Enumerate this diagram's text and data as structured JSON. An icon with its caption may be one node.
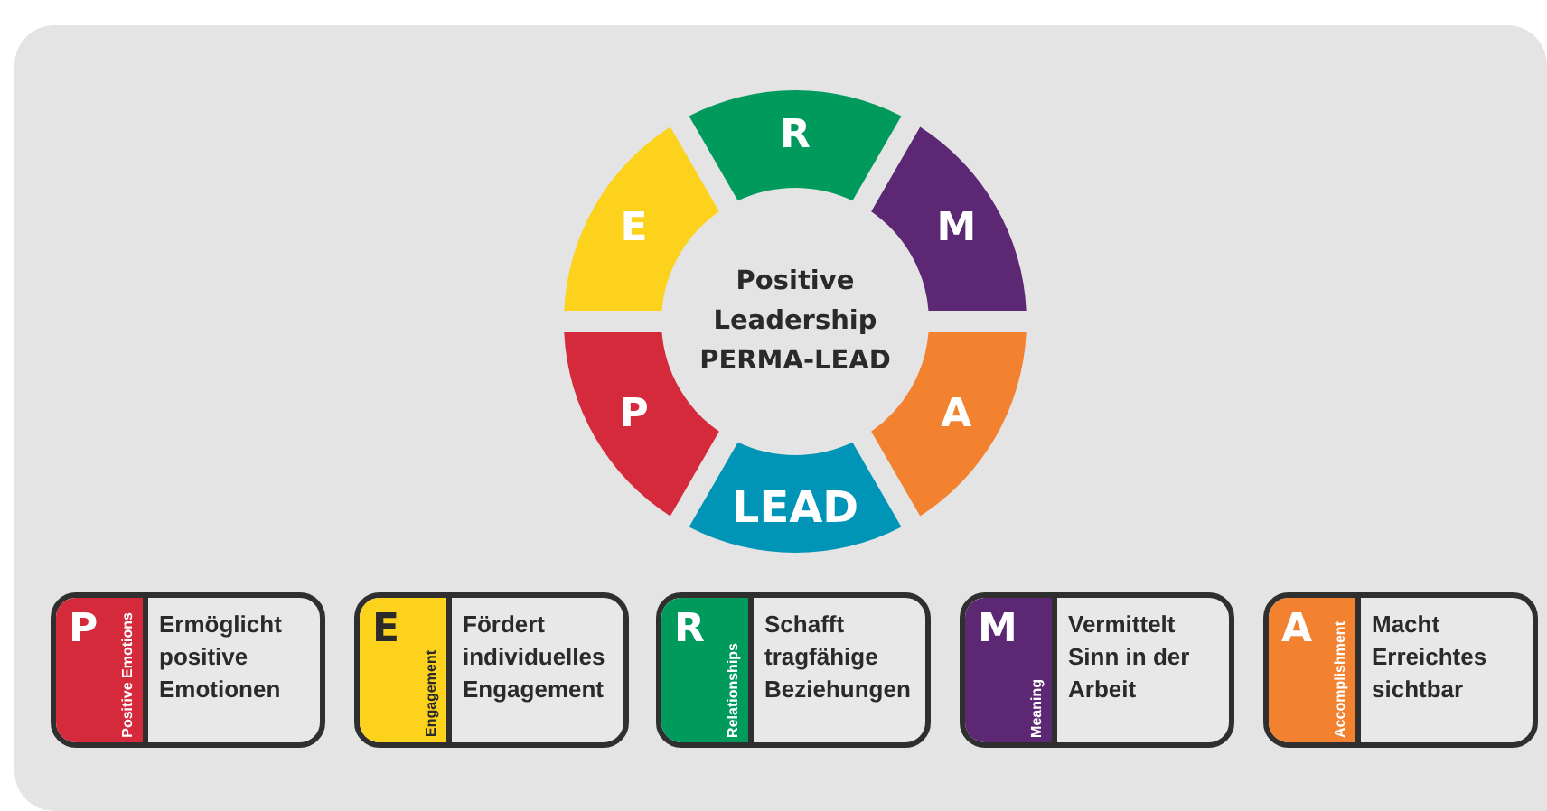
{
  "diagram": {
    "nodes": [
      {
        "text": [
          "R"
        ]
      },
      {
        "text": [
          "E"
        ]
      },
      {
        "text": [
          "M"
        ]
      },
      {
        "text": [
          "Positive Leadership PERMA-LEAD"
        ]
      },
      {
        "text": [
          "P"
        ]
      },
      {
        "text": [
          "A"
        ]
      },
      {
        "text": [
          "LEAD"
        ]
      },
      {
        "text": [
          "P",
          "Positive Emotions",
          "Ermöglicht positive Emotionen"
        ]
      },
      {
        "text": [
          "E",
          "Engagement",
          "Fördert individuelles Engagement"
        ]
      },
      {
        "text": [
          "R",
          "Relationships",
          "Schafft tragfähige Beziehungen"
        ]
      },
      {
        "text": [
          "M",
          "Meaning",
          "Vermittelt Sinn in der Arbeit"
        ]
      },
      {
        "text": [
          "A",
          "Accomplishment",
          "Macht Erreichtes sichtbar"
        ]
      }
    ]
  }
}
